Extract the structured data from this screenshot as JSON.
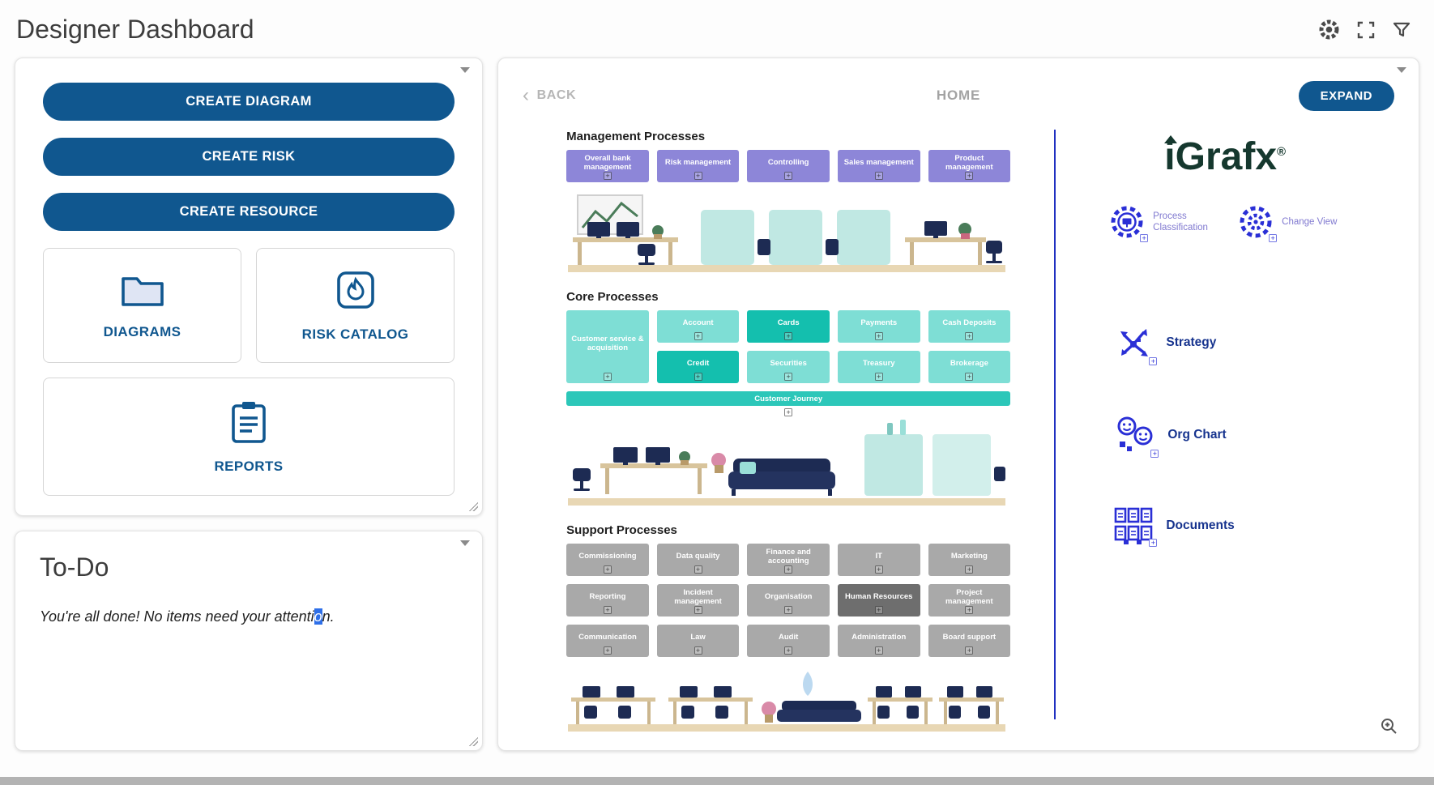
{
  "colors": {
    "accent": "#10578f",
    "purple": "#8d86d8",
    "teal": "#7eded5",
    "tealDark": "#14bfae",
    "journey": "#2cc7b9",
    "grayBox": "#a9a9a9",
    "grayBoxDark": "#6e6e6e",
    "divider": "#2030c0",
    "iconBlue": "#2a2fd6",
    "labelPurple": "#8079d0",
    "linkNavy": "#16338e",
    "selection": "#2e6fe8",
    "logoGreen": "#15382e"
  },
  "glyphs": {
    "expander": "+",
    "back_chevron": "‹"
  },
  "header": {
    "title": "Designer Dashboard",
    "icons": {
      "settings": "settings-icon",
      "fullscreen": "fullscreen-icon",
      "filter": "filter-icon"
    }
  },
  "left_panel": {
    "buttons": [
      "CREATE DIAGRAM",
      "CREATE RISK",
      "CREATE RESOURCE"
    ],
    "cards": [
      {
        "label": "DIAGRAMS",
        "icon": "folder-icon"
      },
      {
        "label": "RISK CATALOG",
        "icon": "risk-flame-icon"
      },
      {
        "label": "REPORTS",
        "icon": "report-clipboard-icon"
      }
    ]
  },
  "todo": {
    "title": "To-Do",
    "message_pre": "You're all done! No items need your attenti",
    "message_selected": "o",
    "message_post": "n."
  },
  "viewer": {
    "back_label": "BACK",
    "home_label": "HOME",
    "expand_label": "EXPAND",
    "map": {
      "management": {
        "title": "Management Processes",
        "boxes": [
          "Overall bank management",
          "Risk management",
          "Controlling",
          "Sales management",
          "Product management"
        ]
      },
      "core": {
        "title": "Core Processes",
        "tall_box": "Customer service & acquisition",
        "rows": [
          [
            {
              "label": "Account",
              "variant": "light"
            },
            {
              "label": "Cards",
              "variant": "dark"
            },
            {
              "label": "Payments",
              "variant": "light"
            },
            {
              "label": "Cash Deposits",
              "variant": "light"
            }
          ],
          [
            {
              "label": "Credit",
              "variant": "dark"
            },
            {
              "label": "Securities",
              "variant": "light"
            },
            {
              "label": "Treasury",
              "variant": "light"
            },
            {
              "label": "Brokerage",
              "variant": "light"
            }
          ]
        ],
        "journey": "Customer Journey"
      },
      "support": {
        "title": "Support Processes",
        "rows": [
          [
            {
              "label": "Commissioning"
            },
            {
              "label": "Data quality"
            },
            {
              "label": "Finance and accounting"
            },
            {
              "label": "IT"
            },
            {
              "label": "Marketing"
            }
          ],
          [
            {
              "label": "Reporting"
            },
            {
              "label": "Incident management"
            },
            {
              "label": "Organisation"
            },
            {
              "label": "Human Resources",
              "variant": "dark"
            },
            {
              "label": "Project management"
            }
          ],
          [
            {
              "label": "Communication"
            },
            {
              "label": "Law"
            },
            {
              "label": "Audit"
            },
            {
              "label": "Administration"
            },
            {
              "label": "Board support"
            }
          ]
        ]
      }
    },
    "sidebar": {
      "logo": "iGrafx",
      "logo_mark": "®",
      "top_links": [
        {
          "label": "Process Classification",
          "icon": "process-classification-icon"
        },
        {
          "label": "Change View",
          "icon": "change-view-icon"
        }
      ],
      "links": [
        {
          "label": "Strategy",
          "icon": "strategy-icon"
        },
        {
          "label": "Org Chart",
          "icon": "org-chart-icon"
        },
        {
          "label": "Documents",
          "icon": "documents-icon"
        }
      ]
    }
  }
}
